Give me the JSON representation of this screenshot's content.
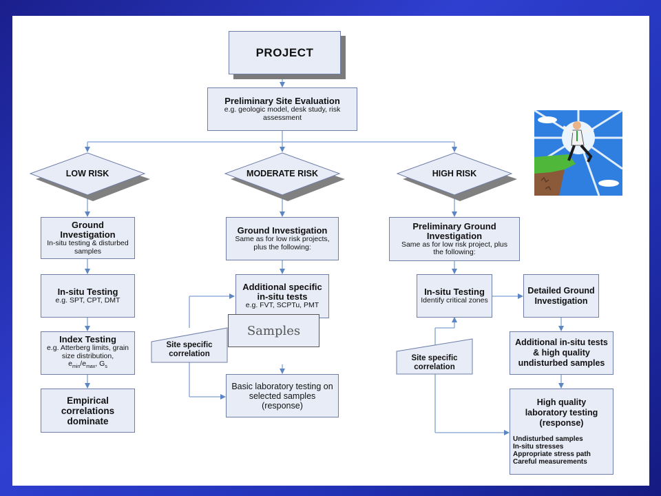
{
  "colors": {
    "background": "#2233b8",
    "box_fill": "#e8ecf7",
    "box_border": "#6d7da6",
    "arrow": "#5b86c3"
  },
  "project": {
    "title": "PROJECT"
  },
  "preliminary": {
    "title": "Preliminary Site Evaluation",
    "sub": "e.g. geologic model, desk study, risk assessment"
  },
  "risks": {
    "low": "LOW RISK",
    "moderate": "MODERATE RISK",
    "high": "HIGH RISK"
  },
  "low": {
    "ground_title": "Ground Investigation",
    "ground_sub": "In-situ testing & disturbed samples",
    "insitu_title": "In-situ Testing",
    "insitu_sub": "e.g. SPT, CPT, DMT",
    "index_title": "Index Testing",
    "index_sub": "e.g. Atterberg limits, grain size distribution,",
    "index_sub2": "e",
    "index_sub2_min": "min",
    "index_sub2_slash": "/e",
    "index_sub2_max": "max",
    "index_sub2_g": ", G",
    "index_sub2_s": "s",
    "empirical": "Empirical correlations dominate"
  },
  "moderate": {
    "ground_title": "Ground Investigation",
    "ground_sub": "Same as for low risk projects, plus the following:",
    "additional_title": "Additional specific in-situ tests",
    "additional_sub": "e.g. FVT, SCPTu, PMT",
    "samples": "Samples",
    "correlation": "Site specific correlation",
    "lab": "Basic laboratory testing on selected samples (response)"
  },
  "high": {
    "ground_title": "Preliminary Ground Investigation",
    "ground_sub": "Same as for low risk project, plus the following:",
    "insitu_title": "In-situ Testing",
    "insitu_sub": "Identify critical zones",
    "detailed": "Detailed Ground Investigation",
    "additional": "Additional in-situ tests & high quality undisturbed samples",
    "correlation": "Site specific correlation",
    "lab_title": "High quality laboratory testing (response)",
    "lab_items": [
      "Undisturbed samples",
      "In-situ stresses",
      "Appropriate stress path",
      "Careful measurements"
    ]
  },
  "clipart": {
    "icon": "businessman-cliff-icon"
  }
}
